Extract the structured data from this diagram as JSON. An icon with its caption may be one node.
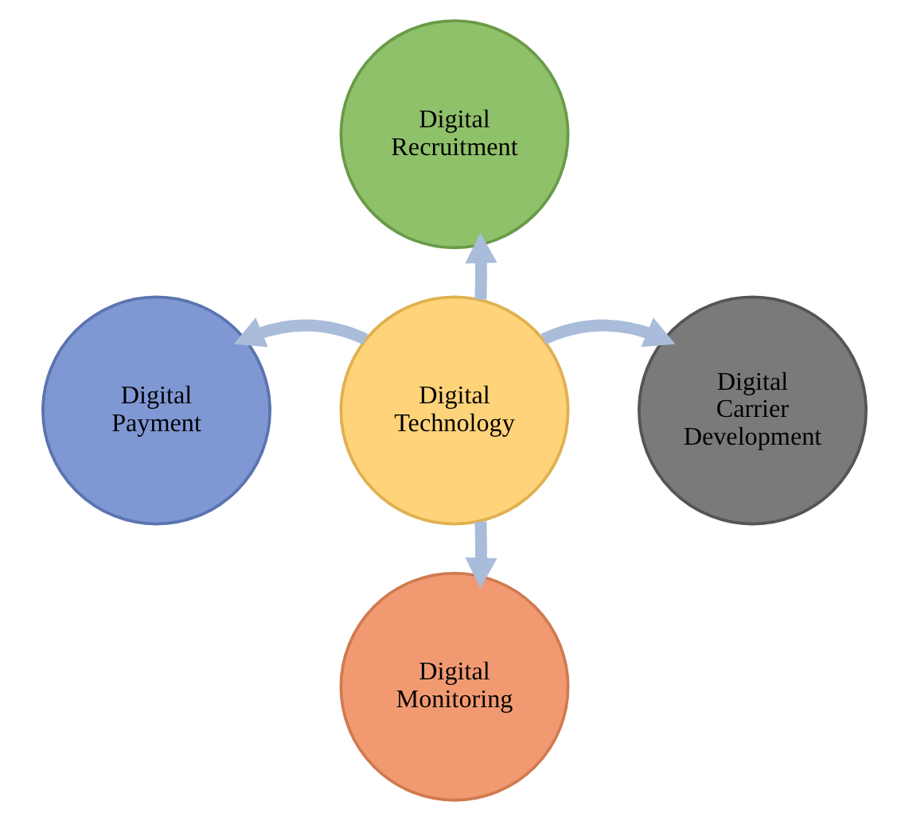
{
  "diagram": {
    "nodes": [
      {
        "text": [
          "Digital Recruitment"
        ]
      },
      {
        "text": [
          "Digital Payment"
        ]
      },
      {
        "text": [
          "Digital Technology"
        ]
      },
      {
        "text": [
          "Digital Carrier Development"
        ]
      },
      {
        "text": [
          "Digital Monitoring"
        ]
      }
    ],
    "edges": [
      {
        "from": 2,
        "to": 0,
        "arrow": "to"
      },
      {
        "from": 2,
        "to": 1,
        "arrow": "to"
      },
      {
        "from": 2,
        "to": 3,
        "arrow": "to"
      },
      {
        "from": 2,
        "to": 4,
        "arrow": "to"
      }
    ]
  }
}
